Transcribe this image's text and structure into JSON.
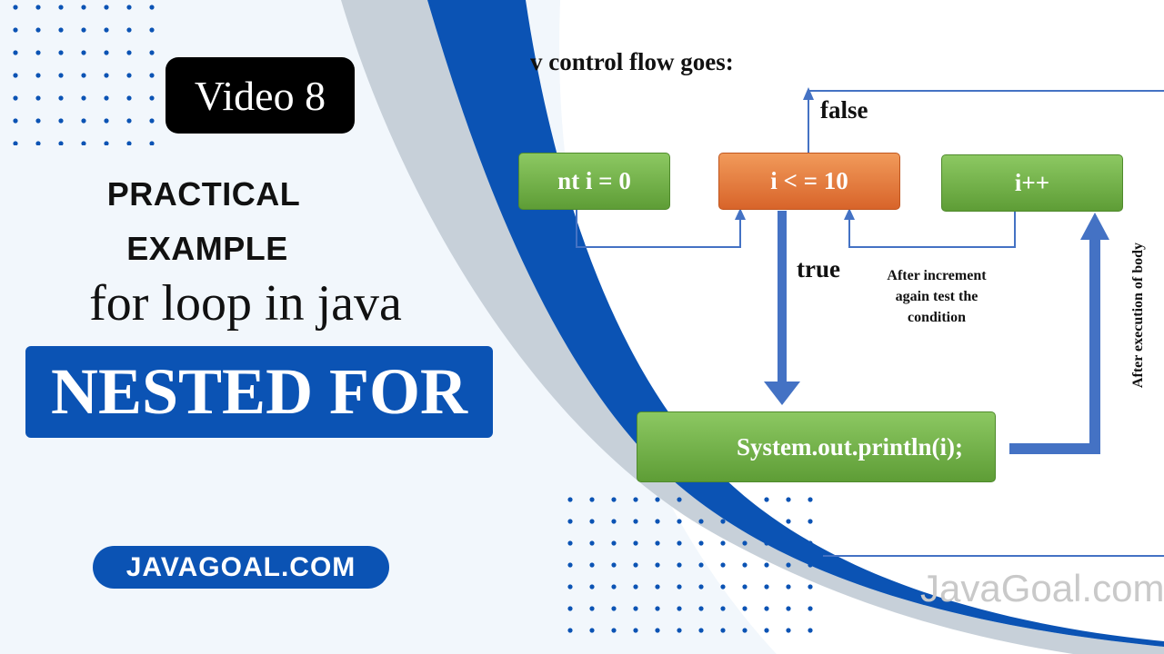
{
  "badge": {
    "text": "Video 8"
  },
  "heading": {
    "line1": "PRACTICAL",
    "line2": "EXAMPLE"
  },
  "subtitle": "for loop in java",
  "banner": "NESTED FOR",
  "site_pill": "JAVAGOAL.COM",
  "diagram": {
    "title": "v control flow goes:",
    "init_box": "nt i = 0",
    "condition_box": "i < = 10",
    "increment_box": "i++",
    "body_box": "System.out.println(i);",
    "false_label": "false",
    "true_label": "true",
    "increment_note": [
      "After increment",
      "again test the",
      "condition"
    ],
    "body_note": "After execution of body",
    "watermark": "JavaGoal.com"
  },
  "colors": {
    "brand_blue": "#0b53b4",
    "swoosh_gray": "#c7d0d9",
    "box_green": "#6eaf45",
    "box_orange": "#e67a3c",
    "arrow_blue": "#4472c4"
  }
}
